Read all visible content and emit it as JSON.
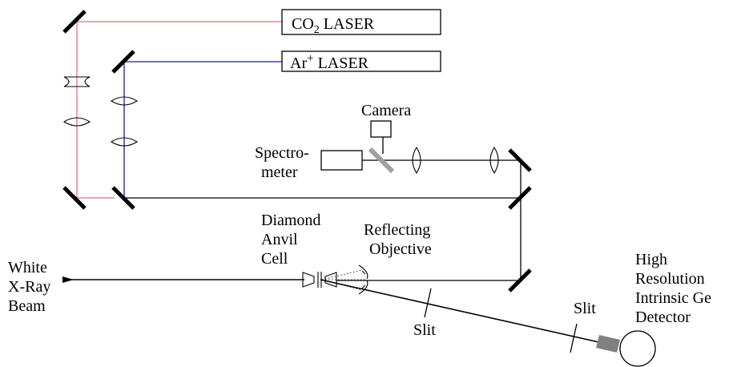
{
  "colors": {
    "co2_beam": "#e07080",
    "ar_beam": "#1a1aa0",
    "black": "#000000",
    "beamsplitter": "#a0a0a0",
    "detector_crystal": "#808080"
  },
  "labels": {
    "co2_laser_main": "CO",
    "co2_laser_sub": "2",
    "co2_laser_rest": " LASER",
    "ar_laser_main": "Ar",
    "ar_laser_sup": "+",
    "ar_laser_rest": " LASER",
    "camera": "Camera",
    "spectrometer_line1": "Spectro-",
    "spectrometer_line2": "meter",
    "dac_line1": "Diamond",
    "dac_line2": "Anvil",
    "dac_line3": "Cell",
    "objective_line1": "Reflecting",
    "objective_line2": "Objective",
    "xray_line1": "White",
    "xray_line2": "X-Ray",
    "xray_line3": "Beam",
    "slit_1": "Slit",
    "slit_2": "Slit",
    "detector_line1": "High",
    "detector_line2": "Resolution",
    "detector_line3": "Intrinsic Ge",
    "detector_line4": "Detector"
  }
}
